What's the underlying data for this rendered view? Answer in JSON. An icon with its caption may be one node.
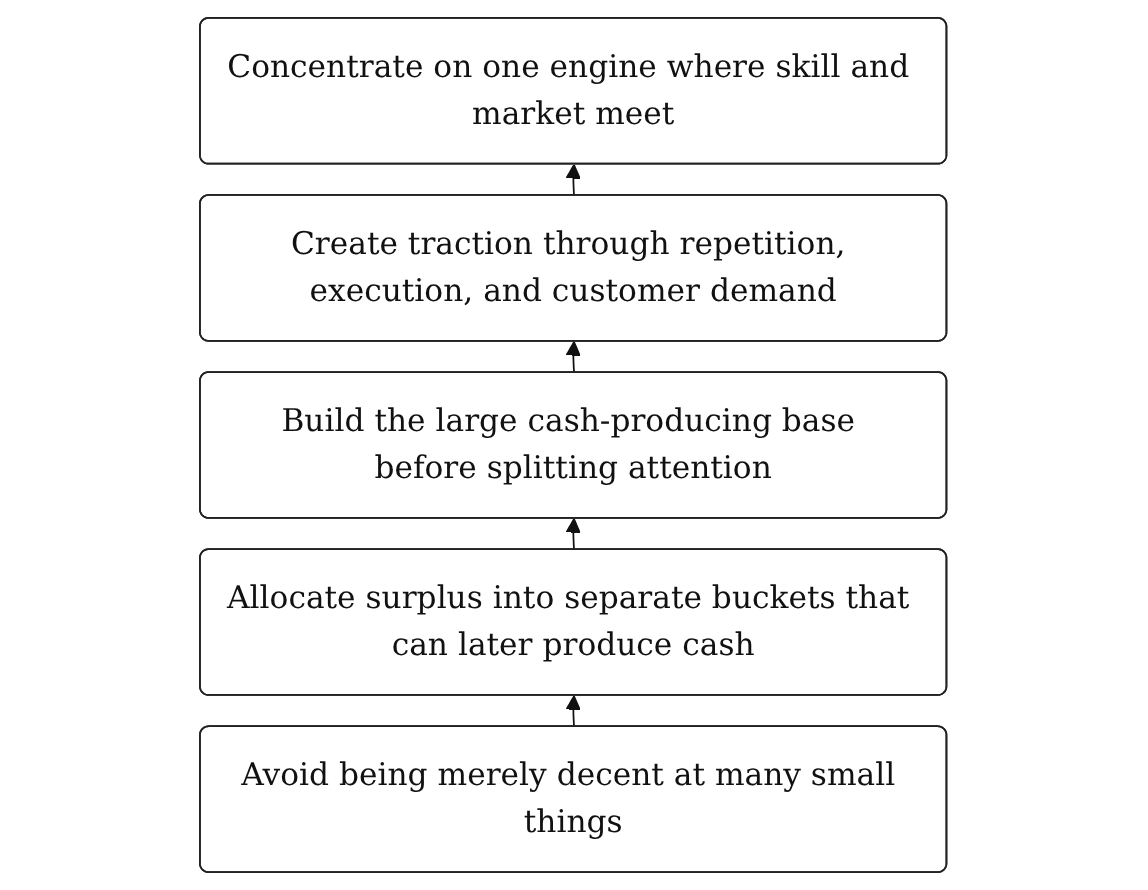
{
  "diagram": {
    "nodes": [
      {
        "text": [
          "Concentrate on one engine where skill and market meet"
        ]
      },
      {
        "text": [
          "Create traction through repetition, execution, and customer demand"
        ]
      },
      {
        "text": [
          "Build the large cash-producing base before splitting attention"
        ]
      },
      {
        "text": [
          "Allocate surplus into separate buckets that can later produce cash"
        ]
      },
      {
        "text": [
          "Avoid being merely decent at many small things"
        ]
      }
    ],
    "edges": [
      {
        "from": 1,
        "to": 0,
        "arrow": "to"
      },
      {
        "from": 2,
        "to": 1,
        "arrow": "to"
      },
      {
        "from": 3,
        "to": 2,
        "arrow": "to"
      },
      {
        "from": 4,
        "to": 3,
        "arrow": "to"
      }
    ]
  }
}
